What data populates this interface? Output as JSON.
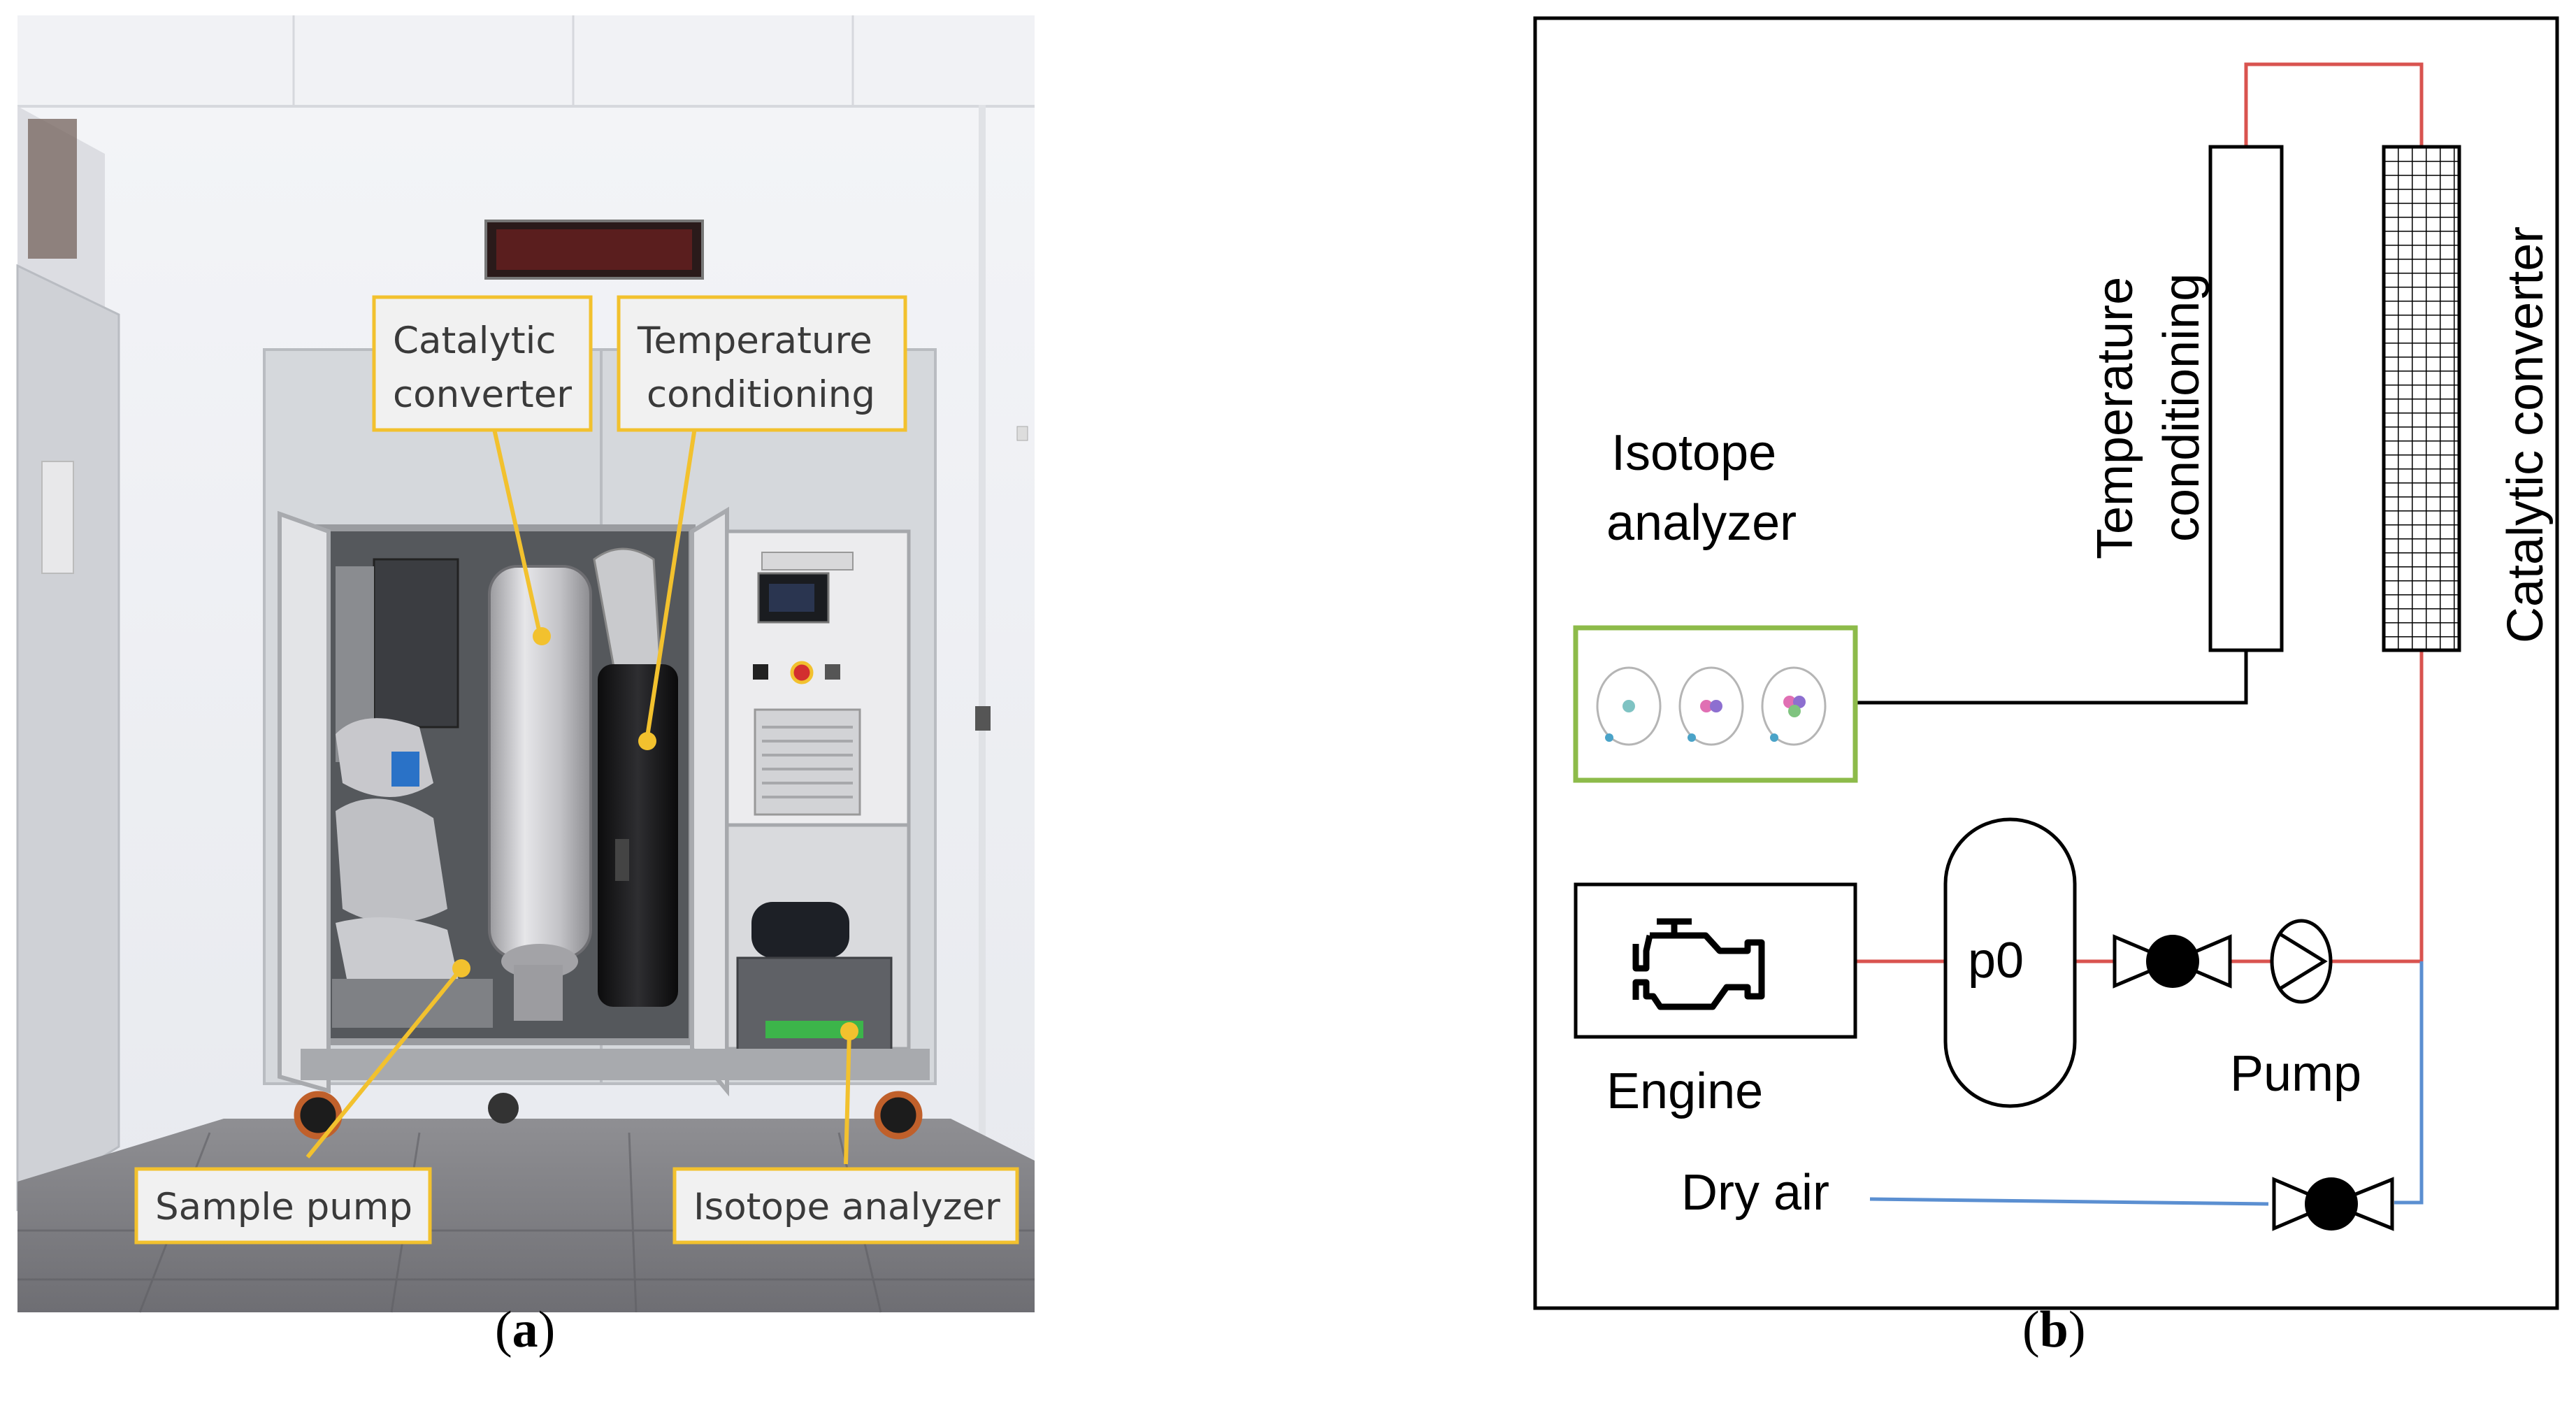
{
  "panel_a": {
    "caption_letter": "a",
    "labels": {
      "catalytic_converter": [
        "Catalytic",
        "converter"
      ],
      "temperature_conditioning": [
        "Temperature",
        "conditioning"
      ],
      "sample_pump": "Sample pump",
      "isotope_analyzer": "Isotope analyzer"
    },
    "callout_color": "#f2c12e"
  },
  "panel_b": {
    "caption_letter": "b",
    "labels": {
      "isotope_analyzer": [
        "Isotope",
        "analyzer"
      ],
      "temperature_conditioning": [
        "Temperature",
        "conditioning"
      ],
      "catalytic_converter": "Catalytic converter",
      "engine": "Engine",
      "p0": "p0",
      "pump": "Pump",
      "dry_air": "Dry air"
    },
    "colors": {
      "exhaust_line": "#d9534f",
      "dry_air_line": "#5b8fd1",
      "analyzer_border": "#8dbb4a",
      "outline": "#000000"
    }
  }
}
